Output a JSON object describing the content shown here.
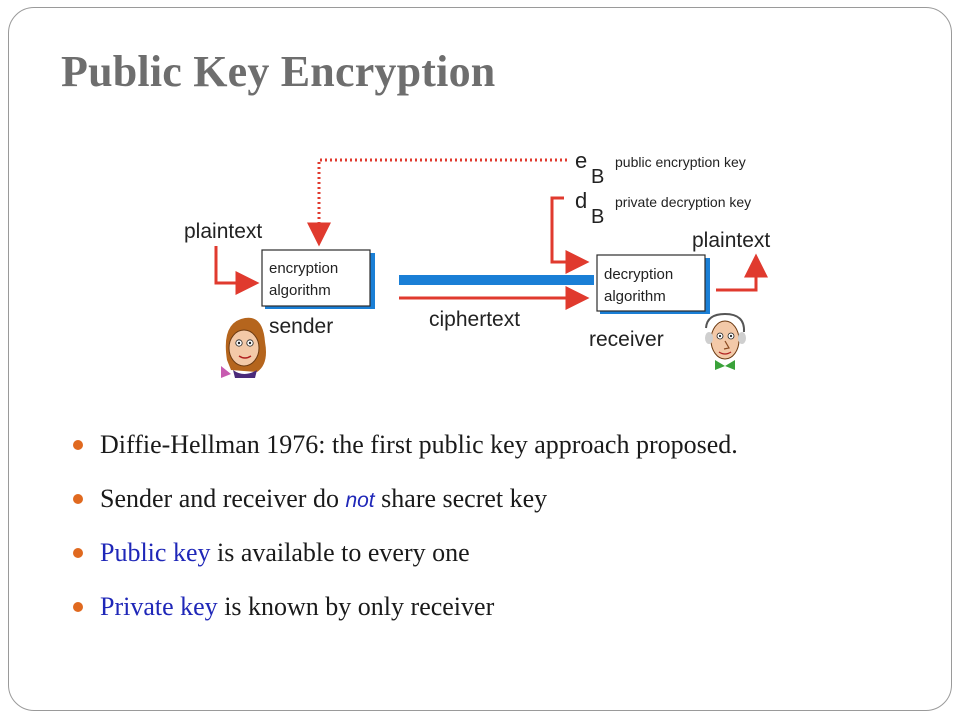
{
  "slide": {
    "title": "Public Key Encryption"
  },
  "diagram": {
    "plaintext_in": "plaintext",
    "plaintext_out": "plaintext",
    "encryption_box": [
      "encryption",
      "algorithm"
    ],
    "decryption_box": [
      "decryption",
      "algorithm"
    ],
    "sender_label": "sender",
    "receiver_label": "receiver",
    "ciphertext_label": "ciphertext",
    "public_key_symbol": "e",
    "public_key_subscript": "B",
    "public_key_label": "public encryption key",
    "private_key_symbol": "d",
    "private_key_subscript": "B",
    "private_key_label": "private decryption key"
  },
  "bullets": [
    {
      "text": "Diffie-Hellman 1976:  the first public key approach proposed."
    },
    {
      "before": "Sender and receiver do ",
      "emph": "not",
      "after": " share secret key"
    },
    {
      "highlight": "Public key",
      "rest": " is available to every one"
    },
    {
      "highlight": "Private key",
      "rest": " is known by only receiver"
    }
  ],
  "colors": {
    "title": "#6e6e6e",
    "bullet": "#e0691f",
    "highlight": "#1f27b8",
    "arrow": "#e03a2e",
    "channel": "#1a7fd6",
    "border": "#9a9a9a"
  }
}
